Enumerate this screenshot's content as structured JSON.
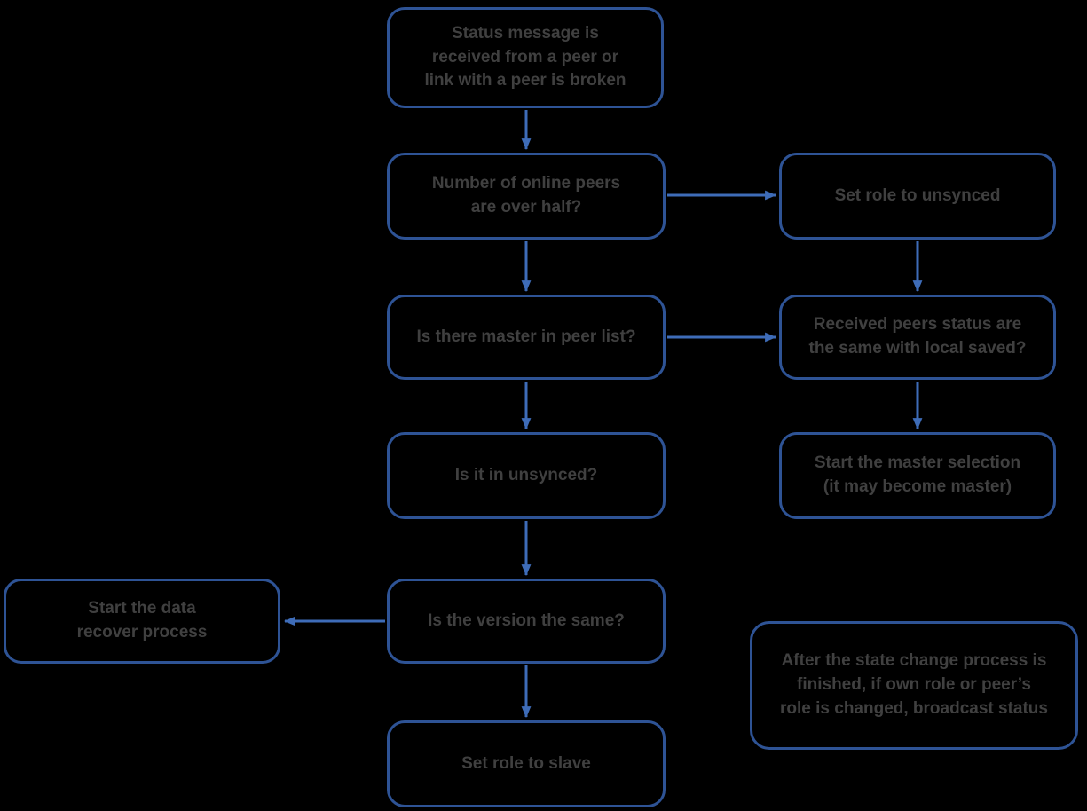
{
  "colors": {
    "background": "#000000",
    "box_border": "#2e5395",
    "arrow": "#3e6cb8",
    "text": "#404040"
  },
  "nodes": [
    {
      "id": "start",
      "label": "Status message is\nreceived from a peer or\nlink with a peer is broken"
    },
    {
      "id": "peers-over-half",
      "label": "Number of online peers\nare over half?"
    },
    {
      "id": "set-unsynced",
      "label": "Set role to unsynced"
    },
    {
      "id": "master-in-list",
      "label": "Is there master in peer list?"
    },
    {
      "id": "received-same",
      "label": "Received peers status are\nthe same with local saved?"
    },
    {
      "id": "in-unsynced",
      "label": "Is it in unsynced?"
    },
    {
      "id": "master-selection",
      "label": "Start the master selection\n(it may become master)"
    },
    {
      "id": "data-recover",
      "label": "Start the data\nrecover process"
    },
    {
      "id": "version-same",
      "label": "Is the version the same?"
    },
    {
      "id": "note",
      "label": "After the state change process is\nfinished, if own role or peer’s\nrole is changed, broadcast status"
    },
    {
      "id": "set-slave",
      "label": "Set role to slave"
    }
  ],
  "edges": [
    {
      "from": "start",
      "to": "peers-over-half"
    },
    {
      "from": "peers-over-half",
      "to": "set-unsynced"
    },
    {
      "from": "peers-over-half",
      "to": "master-in-list"
    },
    {
      "from": "set-unsynced",
      "to": "received-same"
    },
    {
      "from": "master-in-list",
      "to": "received-same"
    },
    {
      "from": "master-in-list",
      "to": "in-unsynced"
    },
    {
      "from": "received-same",
      "to": "master-selection"
    },
    {
      "from": "in-unsynced",
      "to": "version-same"
    },
    {
      "from": "version-same",
      "to": "data-recover"
    },
    {
      "from": "version-same",
      "to": "set-slave"
    }
  ]
}
